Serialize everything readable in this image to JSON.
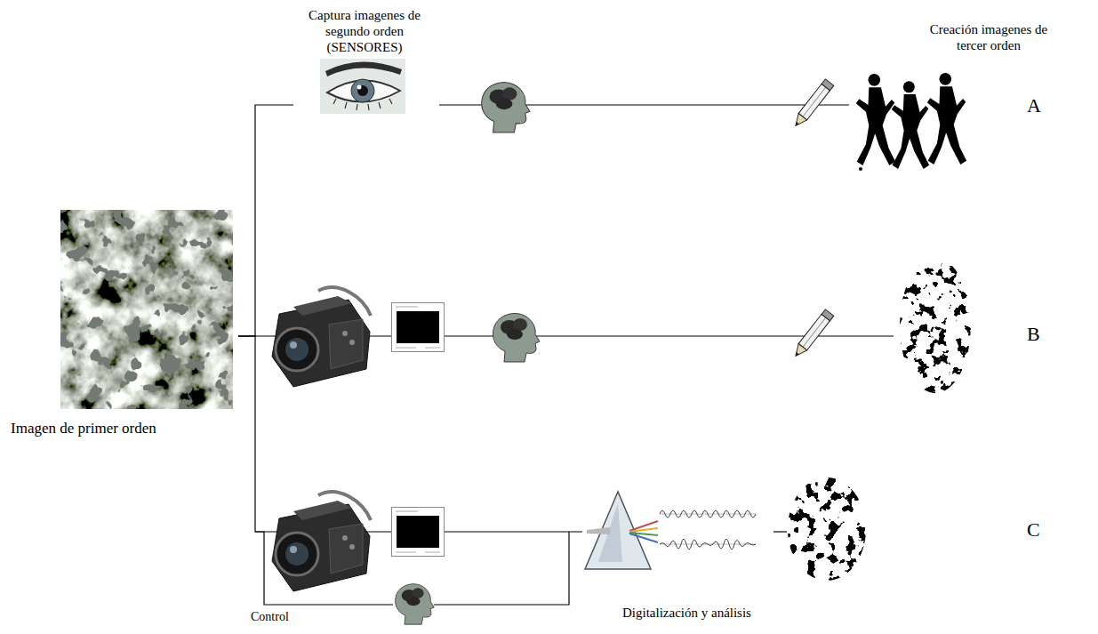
{
  "diagram": {
    "nodes": [
      {
        "text": [
          "Imagen de primer orden"
        ]
      },
      {
        "text": [
          "Captura imagenes de segundo orden (SENSORES)"
        ]
      },
      {
        "text": [
          "Creación imagenes de tercer orden",
          "A"
        ]
      },
      {
        "text": [
          "B"
        ]
      },
      {
        "text": [
          "Digitalización y análisis"
        ]
      },
      {
        "text": [
          "C"
        ]
      }
    ],
    "edges": [
      {
        "from": 0,
        "to": 1,
        "arrow": "none"
      },
      {
        "from": 1,
        "to": 2,
        "arrow": "none"
      },
      {
        "from": 0,
        "to": 3,
        "arrow": "none"
      },
      {
        "from": 0,
        "to": 4,
        "arrow": "none"
      },
      {
        "from": 4,
        "to": 5,
        "arrow": "none"
      }
    ],
    "labels": [
      "Control"
    ]
  }
}
